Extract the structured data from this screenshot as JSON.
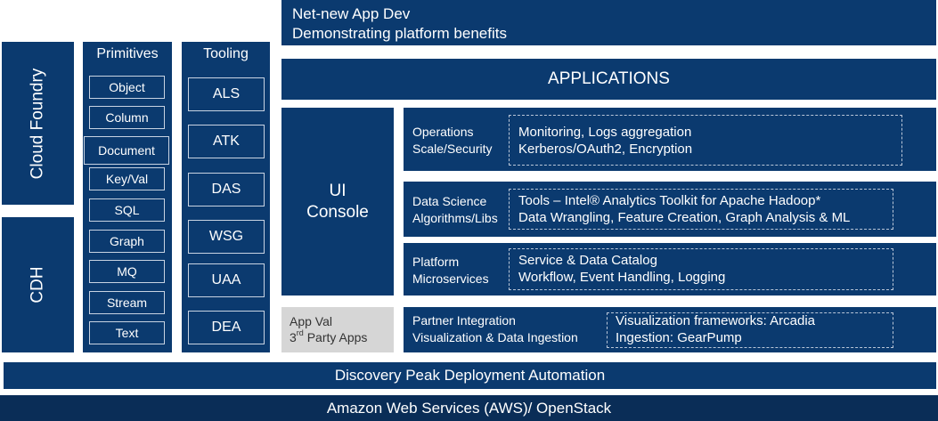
{
  "top_banner": {
    "title": "Net-new App Dev",
    "subtitle": "Demonstrating platform benefits"
  },
  "cloud_foundry": {
    "label": "Cloud Foundry"
  },
  "cdh": {
    "label": "CDH"
  },
  "primitives": {
    "title": "Primitives",
    "items": [
      "Object",
      "Column",
      "Document",
      "Key/Val",
      "SQL",
      "Graph",
      "MQ",
      "Stream",
      "Text"
    ]
  },
  "tooling": {
    "title": "Tooling",
    "items": [
      "ALS",
      "ATK",
      "DAS",
      "WSG",
      "UAA",
      "DEA"
    ]
  },
  "applications": {
    "label": "APPLICATIONS"
  },
  "ui_console": {
    "line1": "UI",
    "line2": "Console"
  },
  "app_val": {
    "line1": "App Val",
    "line2_sup": "rd",
    "line2_pre": "3",
    "line2_post": " Party Apps"
  },
  "rows": [
    {
      "title": "Operations",
      "subtitle": "Scale/Security",
      "detail1": "Monitoring, Logs aggregation",
      "detail2": "Kerberos/OAuth2, Encryption"
    },
    {
      "title": "Data Science",
      "subtitle": "Algorithms/Libs",
      "detail1": "Tools – Intel® Analytics Toolkit for Apache Hadoop*",
      "detail2": "Data Wrangling, Feature Creation, Graph Analysis & ML"
    },
    {
      "title": "Platform",
      "subtitle": "Microservices",
      "detail1": "Service & Data Catalog",
      "detail2": "Workflow, Event Handling, Logging"
    },
    {
      "title": "Partner Integration",
      "subtitle": "Visualization & Data Ingestion",
      "detail1": "Visualization frameworks: Arcadia",
      "detail2": "Ingestion: GearPump"
    }
  ],
  "deployment": {
    "label": "Discovery Peak Deployment Automation"
  },
  "infrastructure": {
    "label": "Amazon Web Services (AWS)/ OpenStack"
  },
  "colors": {
    "block": "#0b3a6f",
    "dark_block": "#0a2d57",
    "gray_block": "#d6d6d6",
    "border": "#c8d3e2"
  }
}
